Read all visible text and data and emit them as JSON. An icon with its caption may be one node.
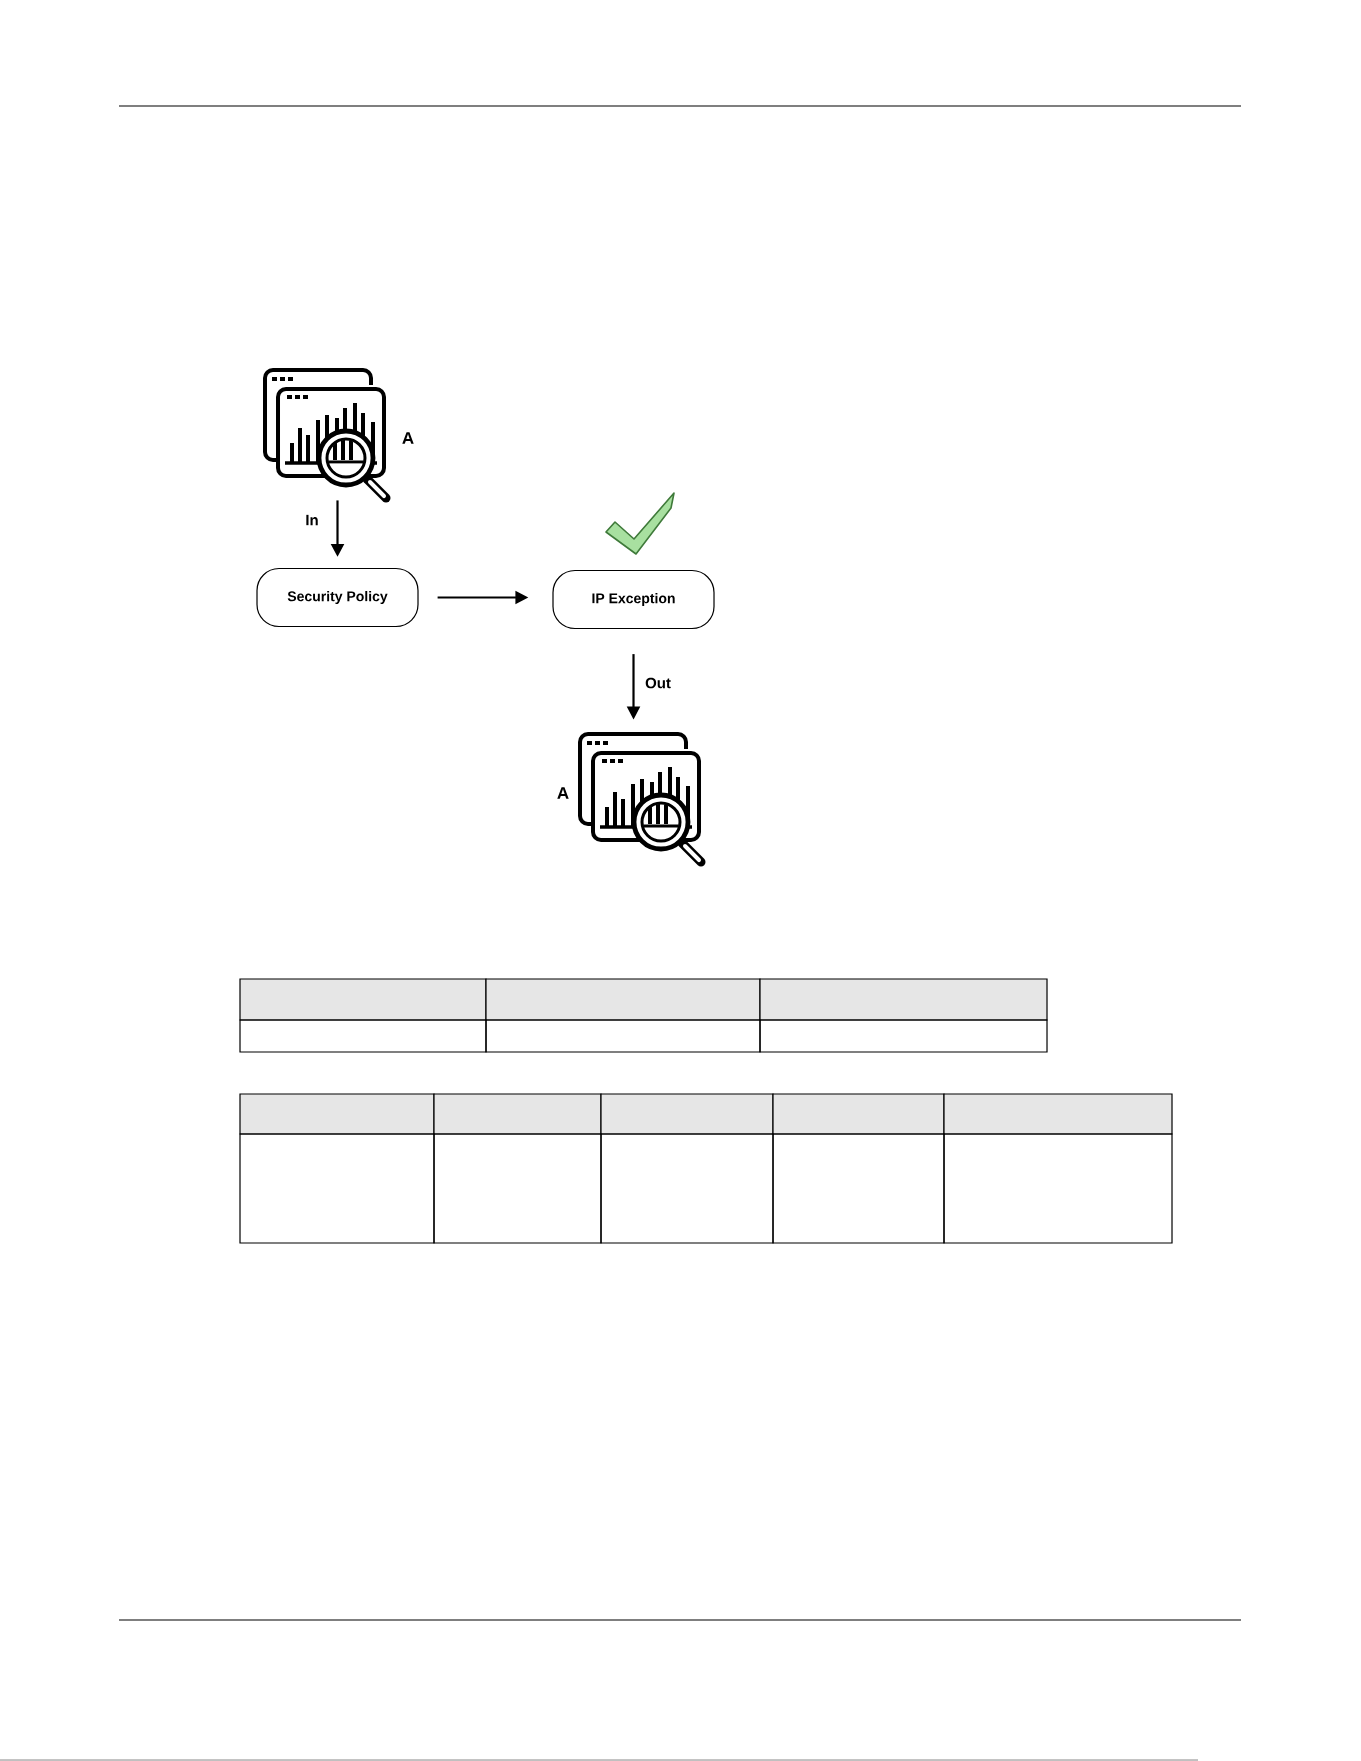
{
  "diagram": {
    "nodes": [
      {
        "text": [],
        "shape": "picture",
        "beside": [
          "A"
        ]
      },
      {
        "text": [
          "Security Policy"
        ]
      },
      {
        "text": [
          "IP Exception"
        ]
      },
      {
        "text": [],
        "shape": "picture",
        "beside": [
          "A"
        ]
      }
    ],
    "edges": [
      {
        "from": 0,
        "to": 1,
        "arrow": "to",
        "label": "In"
      },
      {
        "from": 1,
        "to": 2,
        "arrow": "to"
      },
      {
        "from": 2,
        "to": 3,
        "arrow": "to",
        "label": "Out"
      }
    ]
  }
}
